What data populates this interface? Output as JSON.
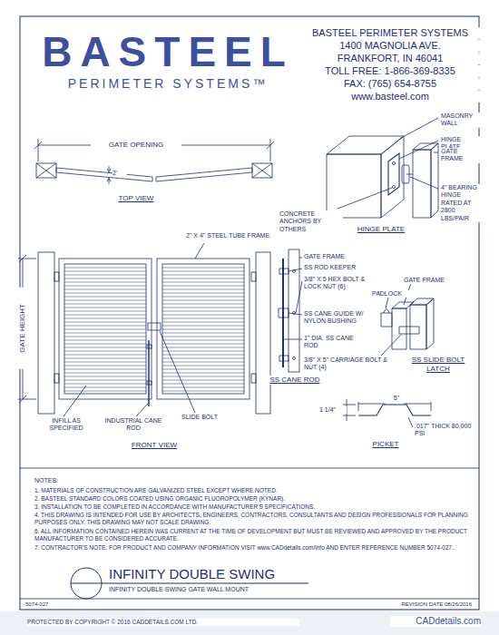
{
  "diagram": {
    "title": "INFINITY DOUBLE SWING",
    "caption": "INFINITY DOUBLE SWING GATE WALL MOUNT",
    "labels": [
      "BASTEEL",
      "PERIMETER SYSTEMS™",
      "BASTEEL PERIMETER SYSTEMS",
      "1400 MAGNOLIA AVE.",
      "FRANKFORT, IN 46041",
      "TOLL FREE: 1-866-369-8335",
      "FAX: (765) 654-8755",
      "www.basteel.com",
      "GATE OPENING",
      "2'",
      "TOP VIEW",
      "MASONRY WALL",
      "HINGE PLATE",
      "GATE FRAME",
      "4\" BEARING HINGE RATED AT 2800 LBS/PAIR",
      "CONCRETE ANCHORS BY OTHERS",
      "HINGE PLATE",
      "2\" X 4\" STEEL TUBE FRAME",
      "GATE HEIGHT",
      "INFILL AS SPECIFIED",
      "INDUSTRIAL CANE ROD",
      "SLIDE BOLT",
      "FRONT VIEW",
      "GATE FRAME",
      "SS ROD KEEPER",
      "3/8\" X 5 HEX BOLT & LOCK NUT (6)",
      "SS CANE GUIDE W/ NYLON BUSHING",
      "1\" DIA. SS CANE ROD",
      "SS CANE ROD",
      "GATE FRAME",
      "PADLOCK",
      "3/8\" X 5\" CARRIAGE BOLT & NUT (4)",
      "SS SLIDE BOLT LATCH",
      "1 1/4\"",
      "5\"",
      ".017\" THICK 80,000 PSI",
      "PICKET",
      "NOTES:",
      "1.  MATERIALS OF CONSTRUCTION ARE GALVANIZED STEEL EXCEPT WHERE NOTED.",
      "2.  BASTEEL STANDARD COLORS COATED USING ORGANIC FLUOROPOLYMER (KYNAR).",
      "3.  INSTALLATION TO BE COMPLETED IN ACCORDANCE WITH MANUFACTURER'S SPECIFICATIONS.",
      "4.  THIS DRAWING IS INTENDED FOR USE BY ARCHITECTS, ENGINEERS, CONTRACTORS, CONSULTANTS AND DESIGN PROFESSIONALS FOR PLANNING PURPOSES ONLY. THIS DRAWING MAY NOT SCALE DRAWING.",
      "6.  ALL INFORMATION CONTAINED HEREIN WAS CURRENT AT THE TIME OF DEVELOPMENT BUT MUST BE REVIEWED AND APPROVED BY THE PRODUCT MANUFACTURER TO BE CONSIDERED ACCURATE.",
      "7.  CONTRACTOR'S NOTE: FOR PRODUCT AND COMPANY INFORMATION VISIT www.CADdetails.com/info AND ENTER REFERENCE NUMBER 5074-027.",
      "5074-027",
      "REVISION DATE 08/26/2016",
      "PROTECTED BY COPYRIGHT © 2016 CADDETAILS.COM LTD.",
      "CADdetails.com"
    ]
  }
}
